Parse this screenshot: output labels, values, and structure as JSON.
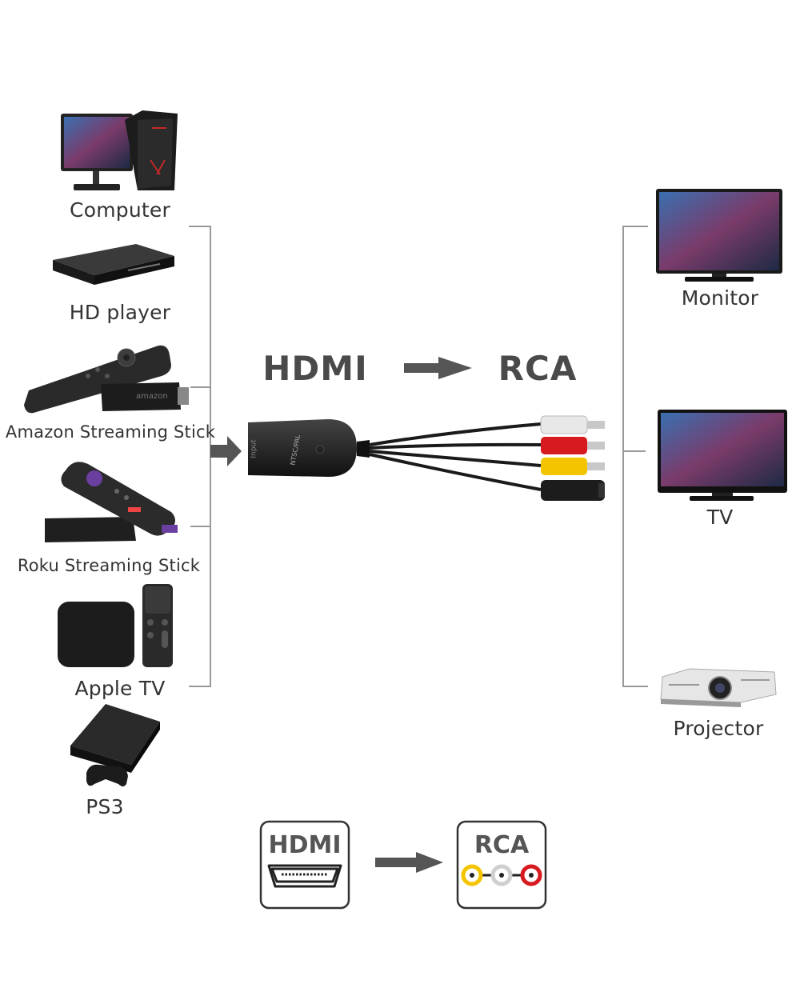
{
  "header": {
    "from": "HDMI",
    "to": "RCA"
  },
  "sources": [
    {
      "label": "Computer",
      "icon": "computer-icon"
    },
    {
      "label": "HD player",
      "icon": "hd-player-icon"
    },
    {
      "label": "Amazon Streaming Stick",
      "icon": "amazon-stick-icon"
    },
    {
      "label": "Roku Streaming Stick",
      "icon": "roku-stick-icon"
    },
    {
      "label": "Apple TV",
      "icon": "apple-tv-icon"
    },
    {
      "label": "PS3",
      "icon": "ps3-icon"
    }
  ],
  "outputs": [
    {
      "label": "Monitor",
      "icon": "monitor-icon"
    },
    {
      "label": "TV",
      "icon": "tv-icon"
    },
    {
      "label": "Projector",
      "icon": "projector-icon"
    }
  ],
  "adapter": {
    "port_label": "Input",
    "brand": "NTSC/PAL"
  },
  "footer": {
    "from_box": "HDMI",
    "to_box": "RCA"
  },
  "colors": {
    "text": "#333333",
    "arrow": "#555555",
    "bracket": "#999999",
    "rca_yellow": "#f4c400",
    "rca_white": "#e8e8e8",
    "rca_red": "#d71920"
  }
}
